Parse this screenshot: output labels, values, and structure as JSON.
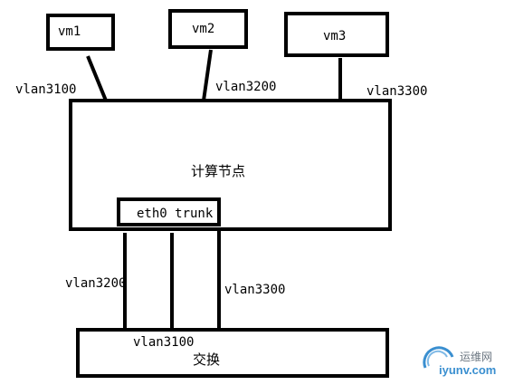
{
  "vms": [
    {
      "label": "vm1",
      "vlan": "vlan3100"
    },
    {
      "label": "vm2",
      "vlan": "vlan3200"
    },
    {
      "label": "vm3",
      "vlan": "vlan3300"
    }
  ],
  "compute_node": {
    "label": "计算节点",
    "port_label": "eth0 trunk"
  },
  "switch": {
    "label": "交换"
  },
  "trunk_vlans": [
    "vlan3200",
    "vlan3100",
    "vlan3300"
  ],
  "watermark": {
    "cn": "运维网",
    "en": "iyunv.com"
  }
}
